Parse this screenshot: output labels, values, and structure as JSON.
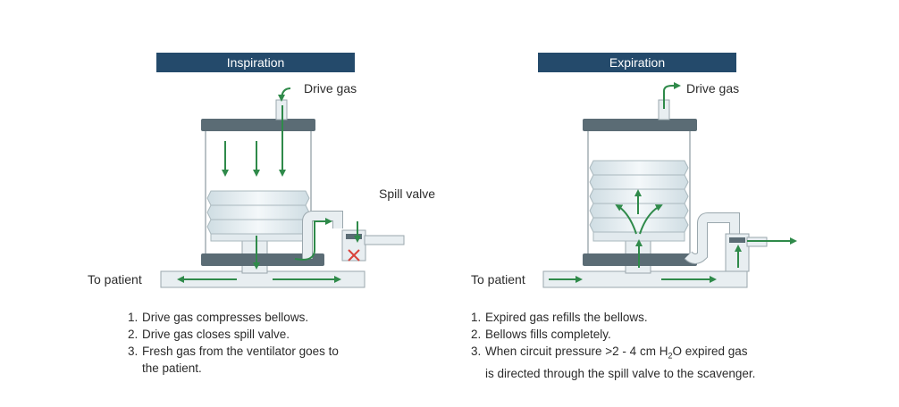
{
  "left_panel": {
    "title": "Inspiration",
    "drive_gas_label": "Drive gas",
    "spill_valve_label": "Spill valve",
    "to_patient_label": "To patient",
    "steps": [
      {
        "num": "1.",
        "text": "Drive gas compresses bellows."
      },
      {
        "num": "2.",
        "text": "Drive gas closes spill valve."
      },
      {
        "num": "3.",
        "text": "Fresh gas from the ventilator goes to"
      },
      {
        "num": "",
        "text": "the patient."
      }
    ]
  },
  "right_panel": {
    "title": "Expiration",
    "drive_gas_label": "Drive gas",
    "to_patient_label": "To patient",
    "steps": [
      {
        "num": "1.",
        "text": "Expired gas refills the bellows."
      },
      {
        "num": "2.",
        "text": "Bellows fills completely."
      },
      {
        "num": "3.",
        "text_before": "When circuit pressure >2 - 4 cm H",
        "subscript": "2",
        "text_after": "O expired gas"
      },
      {
        "num": "",
        "text": "is directed through the spill valve to the scavenger."
      }
    ]
  },
  "colors": {
    "banner": "#244a6b",
    "arrow": "#2f8a4a",
    "pipe_fill": "#e8eef1",
    "pipe_stroke": "#9aa7ad",
    "plate": "#5b6c75",
    "closed_valve": "#d9423a"
  }
}
